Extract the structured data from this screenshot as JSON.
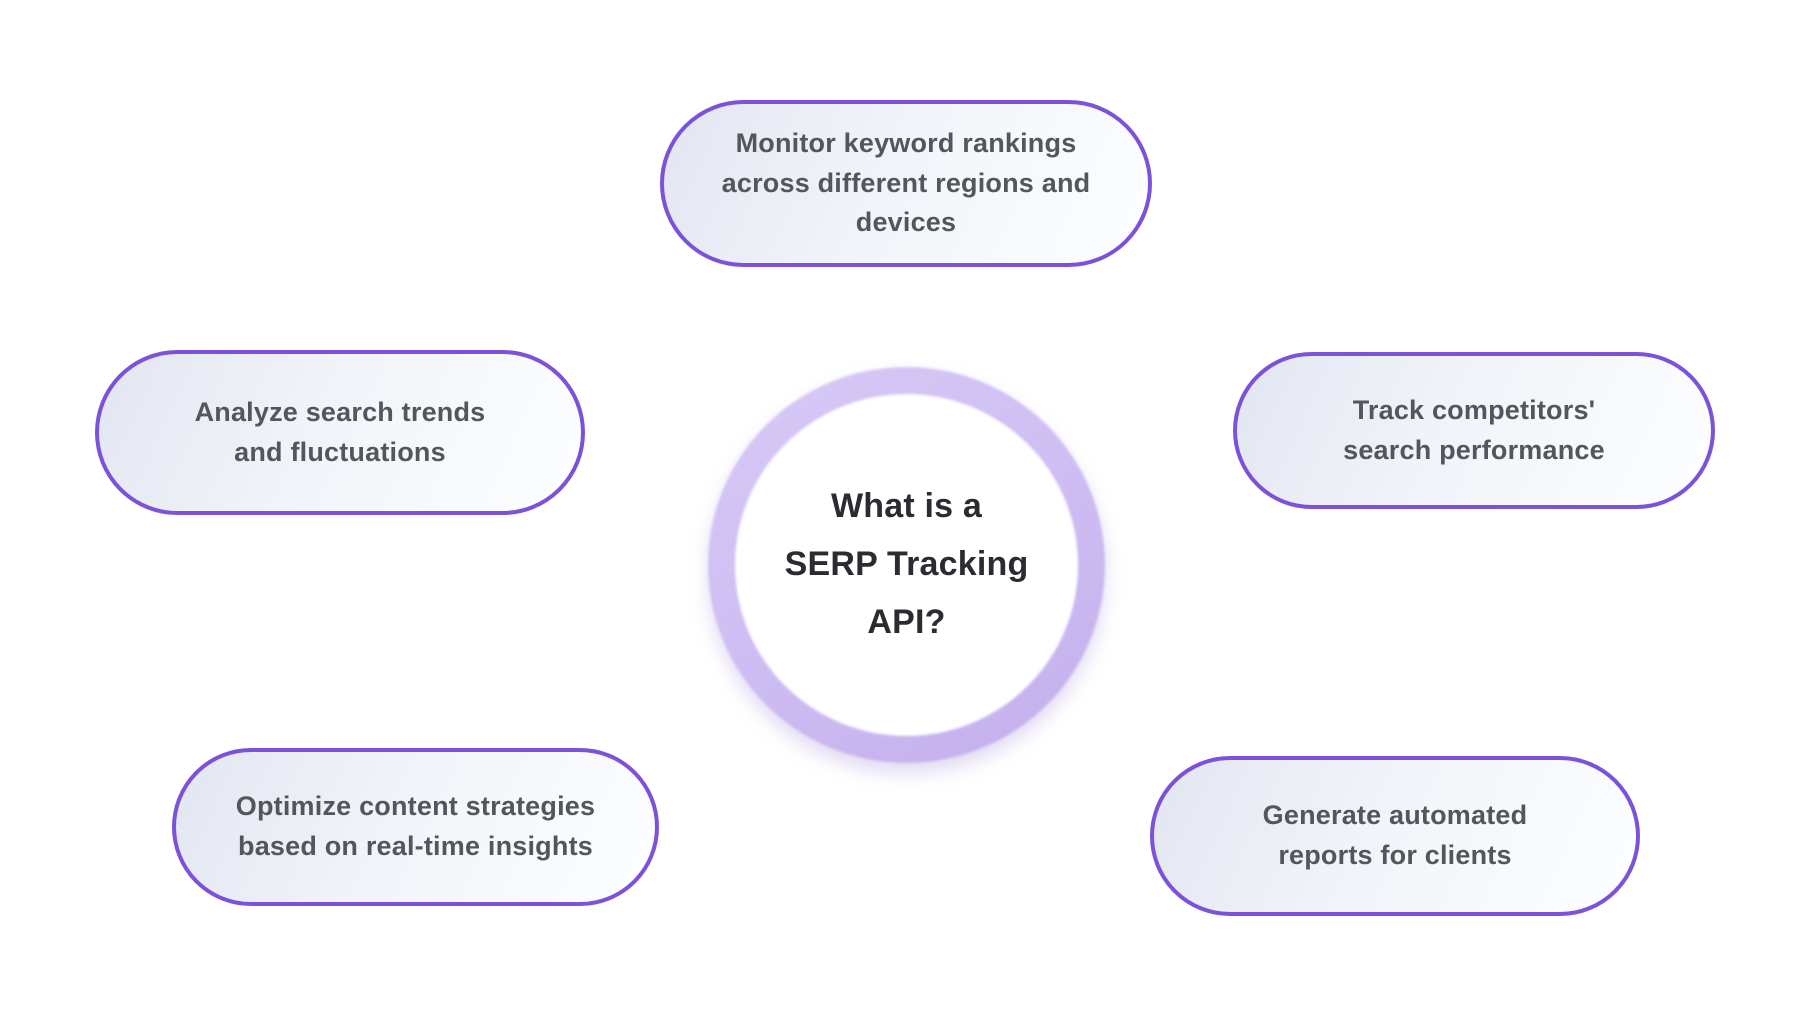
{
  "diagram": {
    "center": {
      "title": "What is a\nSERP Tracking\nAPI?"
    },
    "nodes": [
      {
        "id": "monitor",
        "label": "Monitor keyword rankings\nacross different regions and\ndevices"
      },
      {
        "id": "analyze",
        "label": "Analyze search trends\nand fluctuations"
      },
      {
        "id": "track",
        "label": "Track competitors'\nsearch performance"
      },
      {
        "id": "optimize",
        "label": "Optimize content strategies\nbased on real-time insights"
      },
      {
        "id": "generate",
        "label": "Generate automated\nreports for clients"
      }
    ],
    "colors": {
      "pill_border": "#7C52DB",
      "pill_gradient_start": "#E2E6F1",
      "pill_gradient_end": "#FDFEFF",
      "ring": "#CDBCF2",
      "pill_text": "#54565C",
      "center_text": "#2B2C32",
      "background": "#FFFFFF"
    }
  }
}
